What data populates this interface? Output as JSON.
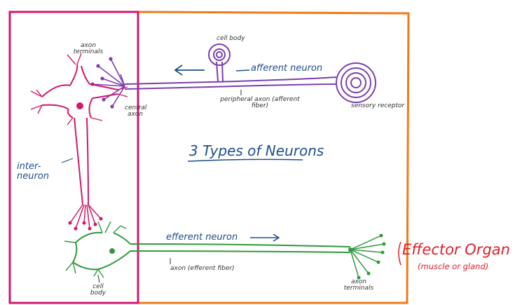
{
  "title": "3 Types of Neurons",
  "colors": {
    "interneuron": "#d2186f",
    "afferent": "#7b3fb0",
    "efferent": "#2e9a3c",
    "box_orange": "#f07a1a",
    "label_blue": "#1f4e8c",
    "label_dark": "#333333",
    "effector_red": "#e0202a"
  },
  "labels": {
    "axon_terminals_top": "axon terminals",
    "cell_body_top": "cell body",
    "afferent_neuron": "afferent neuron",
    "sensory_receptor": "sensory receptor",
    "peripheral_axon": "peripheral axon (afferent fiber)",
    "central_axon": "central axon",
    "interneuron": "inter-neuron",
    "efferent_neuron": "efferent neuron",
    "axon_efferent": "axon (efferent fiber)",
    "cell_body_bottom": "cell body",
    "axon_terminals_bottom": "axon terminals",
    "effector_organ": "Effector Organ",
    "effector_detail": "(muscle or gland)"
  }
}
